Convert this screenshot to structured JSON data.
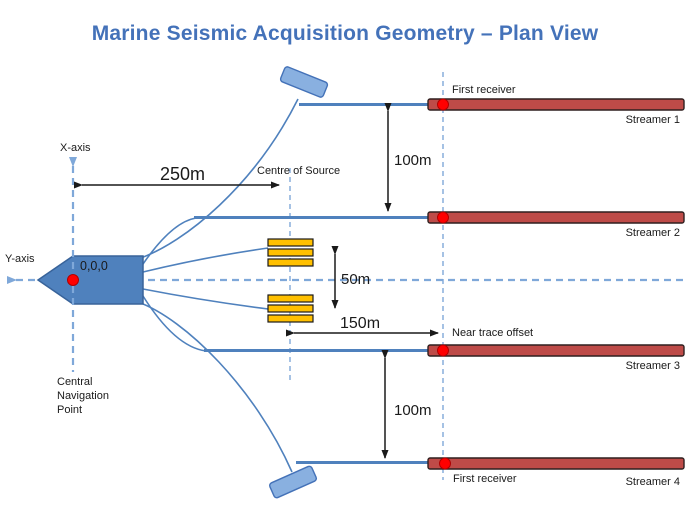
{
  "title": "Marine Seismic Acquisition Geometry – Plan View",
  "axes": {
    "x_label": "X-axis",
    "y_label": "Y-axis",
    "origin_label": "0,0,0"
  },
  "vessel": {
    "nav_point_label": "Central\nNavigation\nPoint"
  },
  "source": {
    "centre_label": "Centre of Source"
  },
  "measurements": {
    "vessel_to_source": "250m",
    "streamer_separation_top": "100m",
    "source_separation": "50m",
    "near_trace_distance": "150m",
    "streamer_separation_bottom": "100m"
  },
  "receivers": {
    "first_receiver_top": "First receiver",
    "first_receiver_bottom": "First receiver",
    "near_trace_offset": "Near trace offset"
  },
  "streamers": [
    {
      "label": "Streamer 1"
    },
    {
      "label": "Streamer 2"
    },
    {
      "label": "Streamer 3"
    },
    {
      "label": "Streamer 4"
    }
  ],
  "colors": {
    "title_blue": "#4472b9",
    "boat_fill": "#4f81bd",
    "line_blue": "#4f81bd",
    "dash_blue": "#7fa8d9",
    "streamer_fill": "#be4b48",
    "gun_fill": "#ffc000",
    "dot_red": "#ff0000",
    "buoy_fill": "#89b0e0"
  }
}
